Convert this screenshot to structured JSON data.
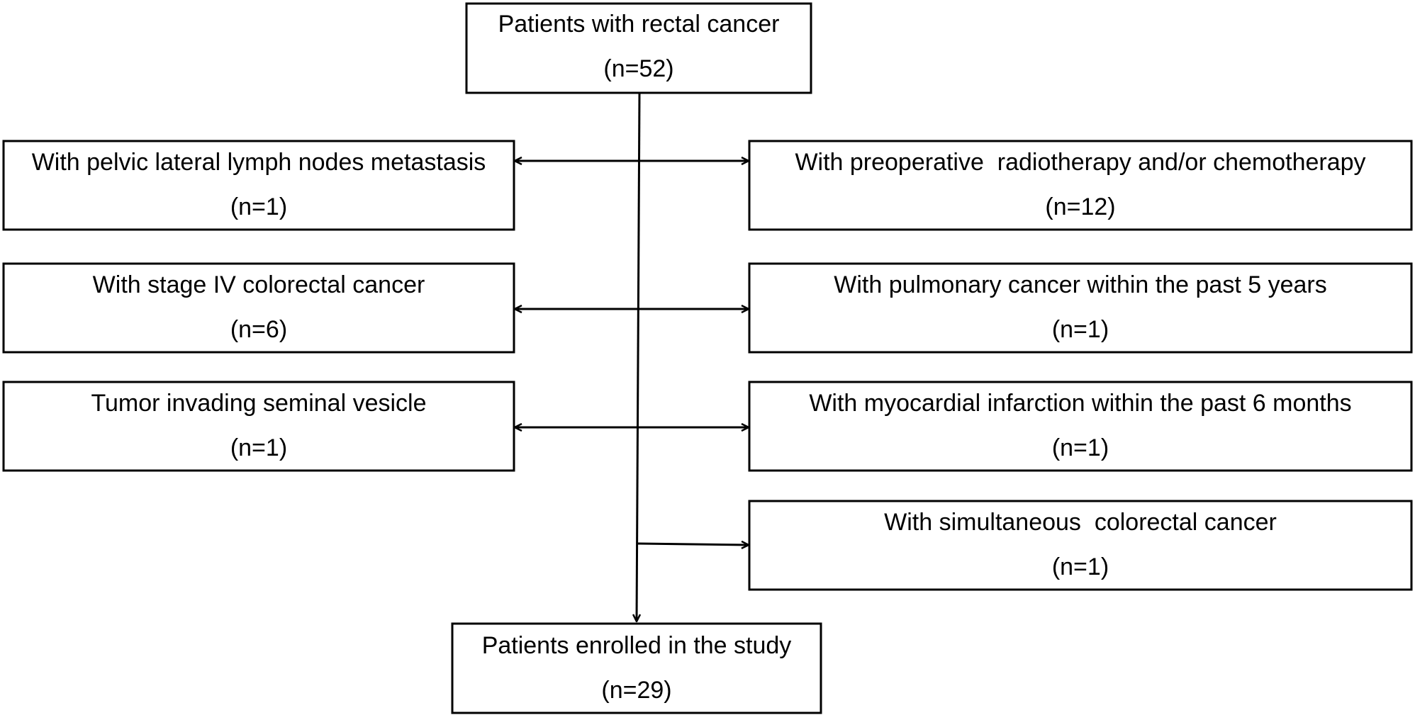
{
  "nodes": {
    "start": {
      "title": "Patients with rectal cancer",
      "count": "(n=52)"
    },
    "pelvic_lymph": {
      "title": "With pelvic lateral lymph nodes metastasis",
      "count": "(n=1)"
    },
    "preoperative_therapy": {
      "title": "With preoperative  radiotherapy and/or chemotherapy",
      "count": "(n=12)"
    },
    "stage_iv": {
      "title": "With stage IV colorectal cancer",
      "count": "(n=6)"
    },
    "pulmonary": {
      "title": "With pulmonary cancer within the past 5 years",
      "count": "(n=1)"
    },
    "seminal_vesicle": {
      "title": "Tumor invading seminal vesicle",
      "count": "(n=1)"
    },
    "myocardial": {
      "title": "With myocardial infarction within the past 6 months",
      "count": "(n=1)"
    },
    "simultaneous": {
      "title": "With simultaneous  colorectal cancer",
      "count": "(n=1)"
    },
    "enrolled": {
      "title": "Patients enrolled in the study",
      "count": "(n=29)"
    }
  }
}
